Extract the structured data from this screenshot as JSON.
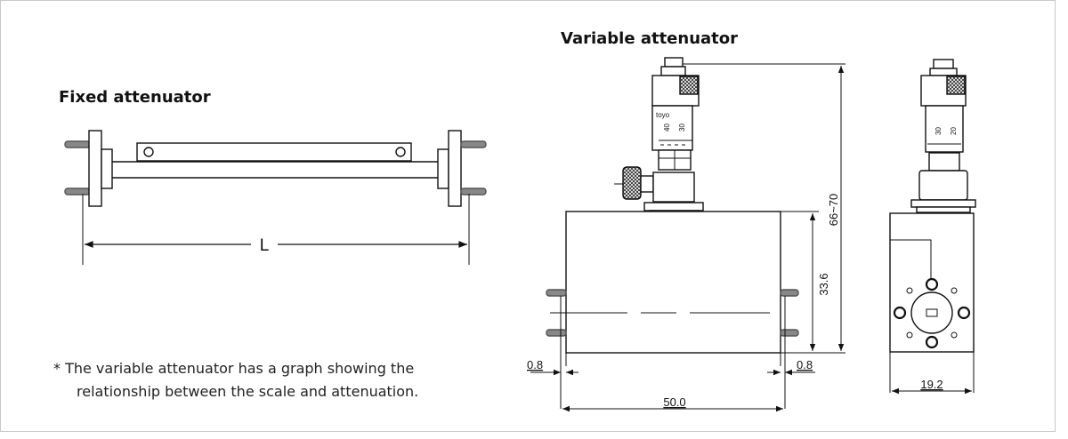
{
  "fixed_attenuator": {
    "title": "Fixed attenuator",
    "length_label": "L"
  },
  "variable_attenuator": {
    "title": "Variable attenuator",
    "micrometer_brand": "toyo",
    "scale_side_1": "40",
    "scale_side_2": "30",
    "scale_front_1": "30",
    "scale_front_2": "20",
    "dim_height_total": "66~70",
    "dim_body_height": "33.6",
    "dim_flange_left": "0.8",
    "dim_flange_right": "0.8",
    "dim_body_length": "50.0",
    "dim_width": "19.2"
  },
  "footnote": {
    "line_1": "* The variable attenuator has a graph showing the",
    "line_2": "relationship between the scale and attenuation."
  }
}
